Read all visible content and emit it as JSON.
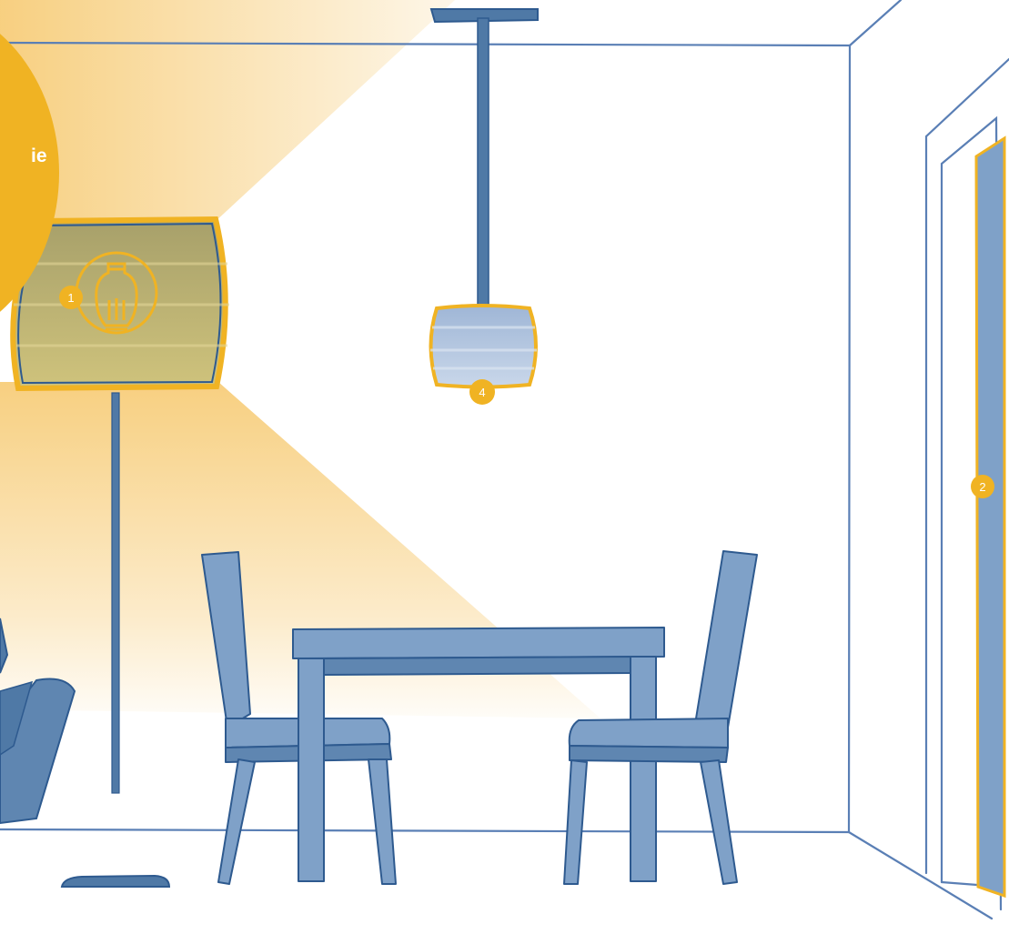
{
  "bubble": {
    "text": "ie"
  },
  "markers": [
    {
      "id": "1",
      "label": "1"
    },
    {
      "id": "2",
      "label": "2"
    },
    {
      "id": "4",
      "label": "4"
    }
  ],
  "colors": {
    "accent": "#f0b323",
    "furniture": "#7fa1c8",
    "furniture_dark": "#4f79a6",
    "outline": "#2e5a8f",
    "wall_line": "#5a7fb5",
    "light": "#f6c76a"
  },
  "icons": {
    "bulb": "led-bulb-icon"
  }
}
